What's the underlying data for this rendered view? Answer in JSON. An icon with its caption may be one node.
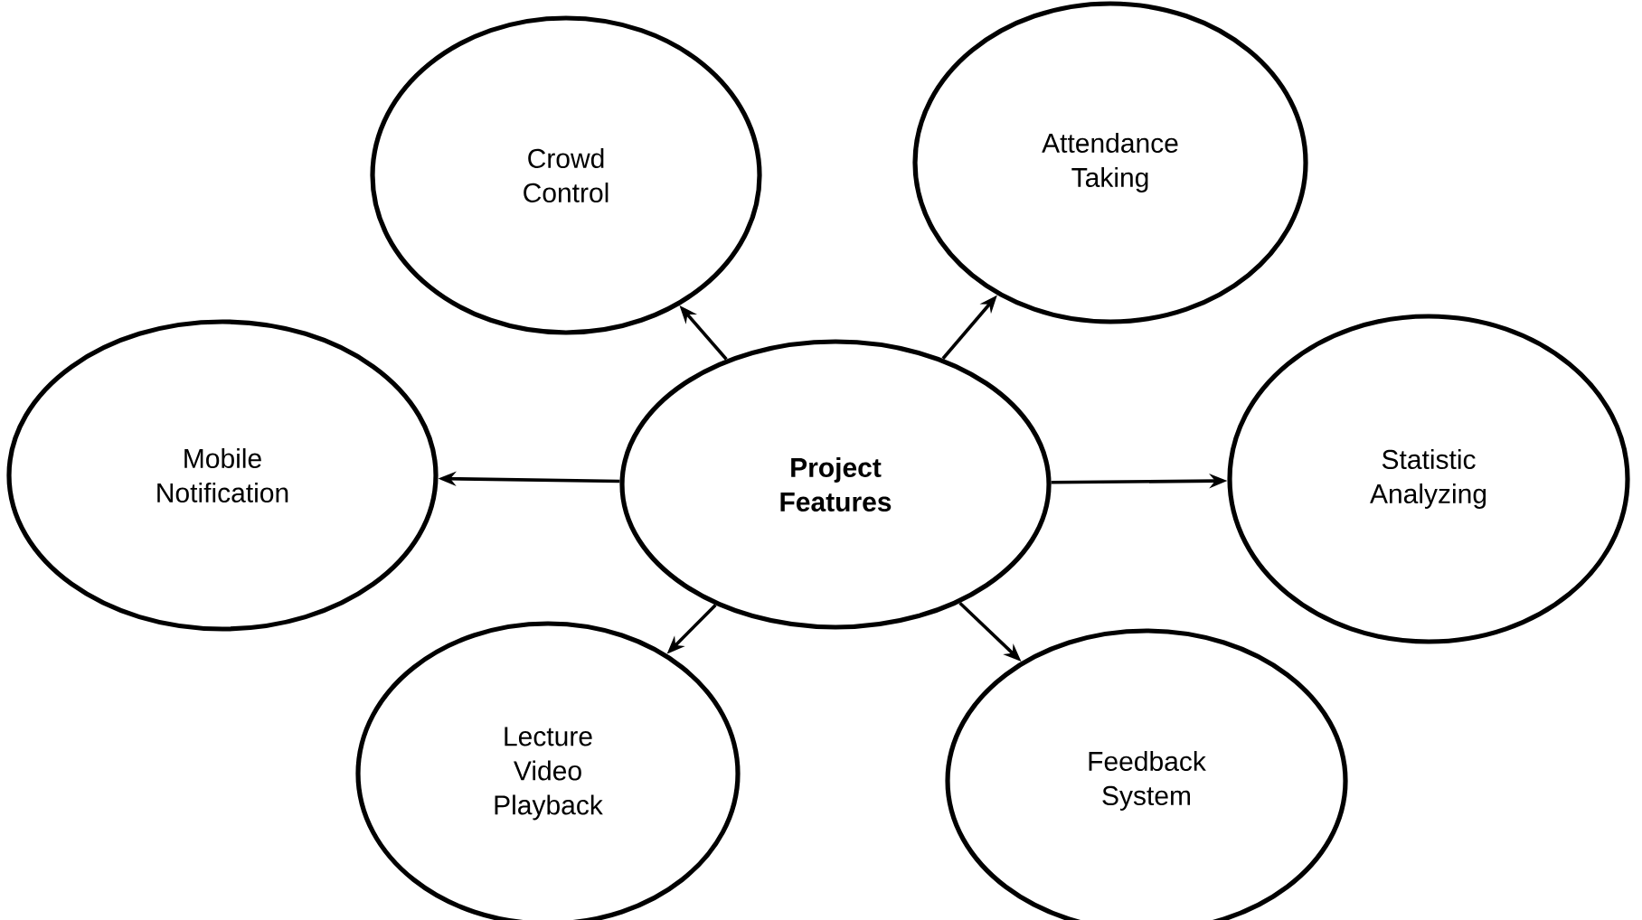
{
  "diagram": {
    "nodes": [
      {
        "text": [
          "Project Features"
        ]
      },
      {
        "text": [
          "Crowd Control"
        ]
      },
      {
        "text": [
          "Attendance Taking"
        ]
      },
      {
        "text": [
          "Mobile Notification"
        ]
      },
      {
        "text": [
          "Statistic Analyzing"
        ]
      },
      {
        "text": [
          "Lecture Video Playback"
        ]
      },
      {
        "text": [
          "Feedback System"
        ]
      }
    ],
    "edges": [
      {
        "from": 0,
        "to": 1,
        "arrow": "to"
      },
      {
        "from": 0,
        "to": 2,
        "arrow": "to"
      },
      {
        "from": 0,
        "to": 3,
        "arrow": "to"
      },
      {
        "from": 0,
        "to": 4,
        "arrow": "to"
      },
      {
        "from": 0,
        "to": 5,
        "arrow": "to"
      },
      {
        "from": 0,
        "to": 6,
        "arrow": "to"
      }
    ]
  }
}
